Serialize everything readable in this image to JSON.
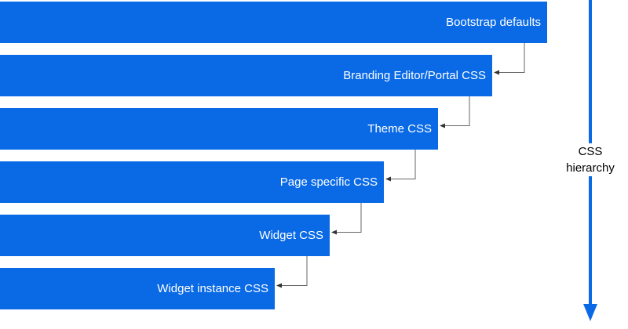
{
  "colors": {
    "bar": "#0a6ae6",
    "arrow": "#0a6ae6",
    "connector": "#666666",
    "text": "#ffffff"
  },
  "layers": [
    {
      "label": "Bootstrap defaults"
    },
    {
      "label": "Branding Editor/Portal CSS"
    },
    {
      "label": "Theme CSS"
    },
    {
      "label": "Page specific CSS"
    },
    {
      "label": "Widget CSS"
    },
    {
      "label": "Widget instance CSS"
    }
  ],
  "axis": {
    "line1": "CSS",
    "line2": "hierarchy",
    "icon": "arrow-down-icon"
  }
}
